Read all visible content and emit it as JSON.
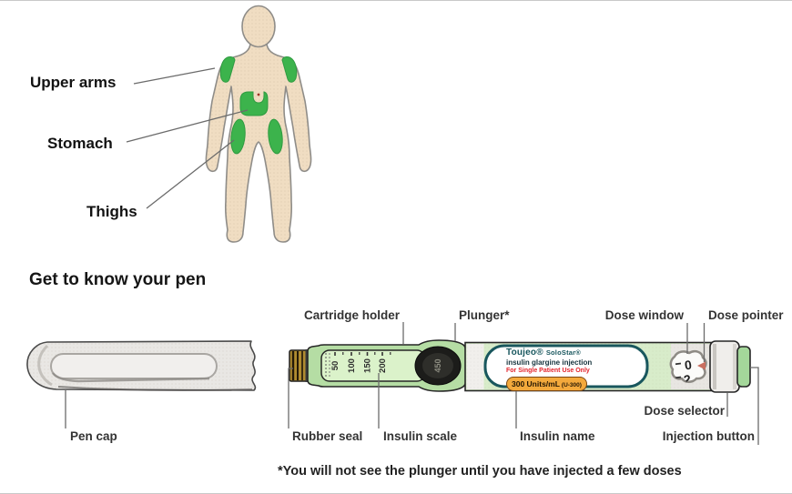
{
  "injection_sites": {
    "upper_arms": "Upper arms",
    "stomach": "Stomach",
    "thighs": "Thighs"
  },
  "section_heading": "Get to know your pen",
  "pen": {
    "labels": {
      "pen_cap": "Pen cap",
      "cartridge_holder": "Cartridge holder",
      "plunger": "Plunger*",
      "dose_window": "Dose window",
      "dose_pointer": "Dose pointer",
      "rubber_seal": "Rubber seal",
      "insulin_scale": "Insulin scale",
      "insulin_name": "Insulin name",
      "dose_selector": "Dose selector",
      "injection_button": "Injection button"
    },
    "scale_numbers": [
      "50",
      "100",
      "150",
      "200"
    ],
    "scale_end_number": "450",
    "dose_window_value": "0",
    "dose_window_next": "2",
    "label_print": {
      "brand": "Toujeo®",
      "model": "SoloStar®",
      "generic_name": "insulin glargine injection",
      "warning": "For Single Patient Use Only",
      "strength": "300 Units/mL",
      "strength_code": "(U-300)"
    }
  },
  "footnote": "*You will not see the plunger until you have injected a few doses",
  "colors": {
    "site_green": "#3cb34c",
    "skin": "#f0ddc2",
    "brand_teal": "#19575e",
    "warning_red": "#e3242b",
    "pill_orange": "#f3a93c",
    "pen_body_green": "#d8ecca"
  }
}
